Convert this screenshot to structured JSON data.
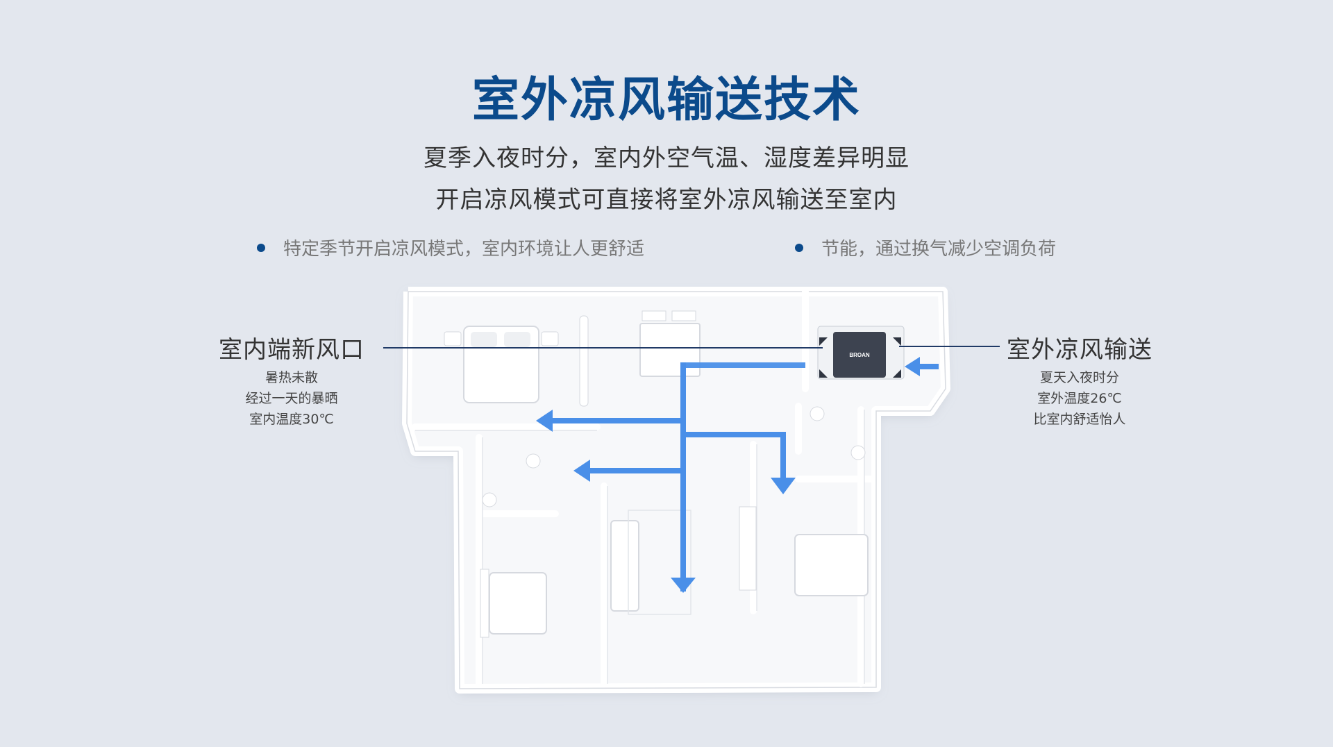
{
  "header": {
    "title": "室外凉风输送技术",
    "subtitle_line1": "夏季入夜时分，室内外空气温、湿度差异明显",
    "subtitle_line2": "开启凉风模式可直接将室外凉风输送至室内"
  },
  "bullets": [
    "特定季节开启凉风模式，室内环境让人更舒适",
    "节能，通过换气减少空调负荷"
  ],
  "left_label": {
    "title": "室内端新风口",
    "lines": [
      "暑热未散",
      "经过一天的暴晒",
      "室内温度30℃"
    ]
  },
  "right_label": {
    "title": "室外凉风输送",
    "lines": [
      "夏天入夜时分",
      "室外温度26℃",
      "比室内舒适怡人"
    ]
  },
  "device": {
    "brand": "BROAN"
  },
  "colors": {
    "title": "#0b4a8b",
    "arrow": "#4a8fe8",
    "bullet": "#0b4a8b",
    "background": "#e3e7ee"
  }
}
